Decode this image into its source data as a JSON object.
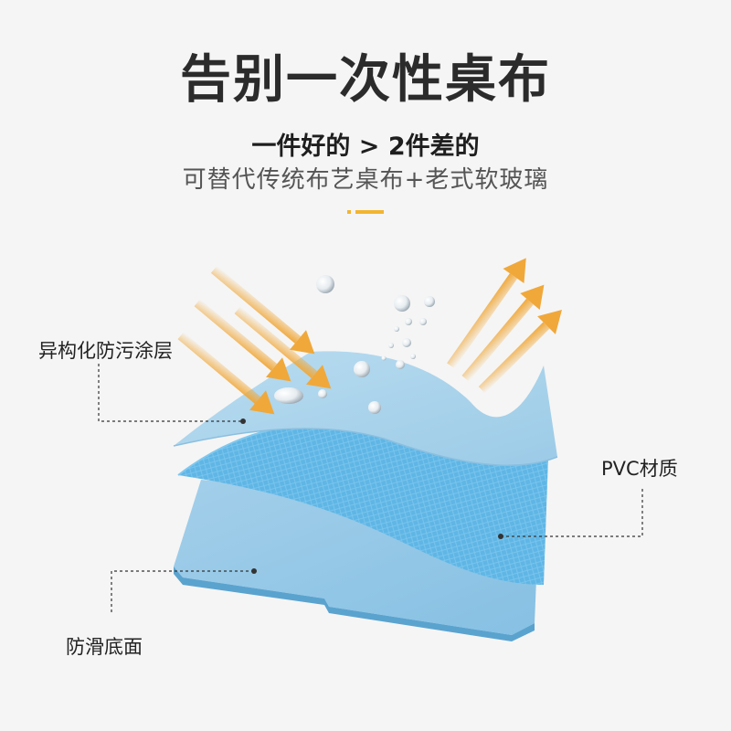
{
  "header": {
    "title": "告别一次性桌布",
    "subtitle": "一件好的 > 2件差的",
    "description": "可替代传统布艺桌布+老式软玻璃"
  },
  "callouts": {
    "coating": "异构化防污涂层",
    "material": "PVC材质",
    "bottom": "防滑底面"
  },
  "colors": {
    "accent": "#f3b530",
    "layer_light": "#a9d2ea",
    "layer_mid": "#5fb7e6",
    "layer_base": "#8ec6e8",
    "arrow": "#f0a83a"
  }
}
